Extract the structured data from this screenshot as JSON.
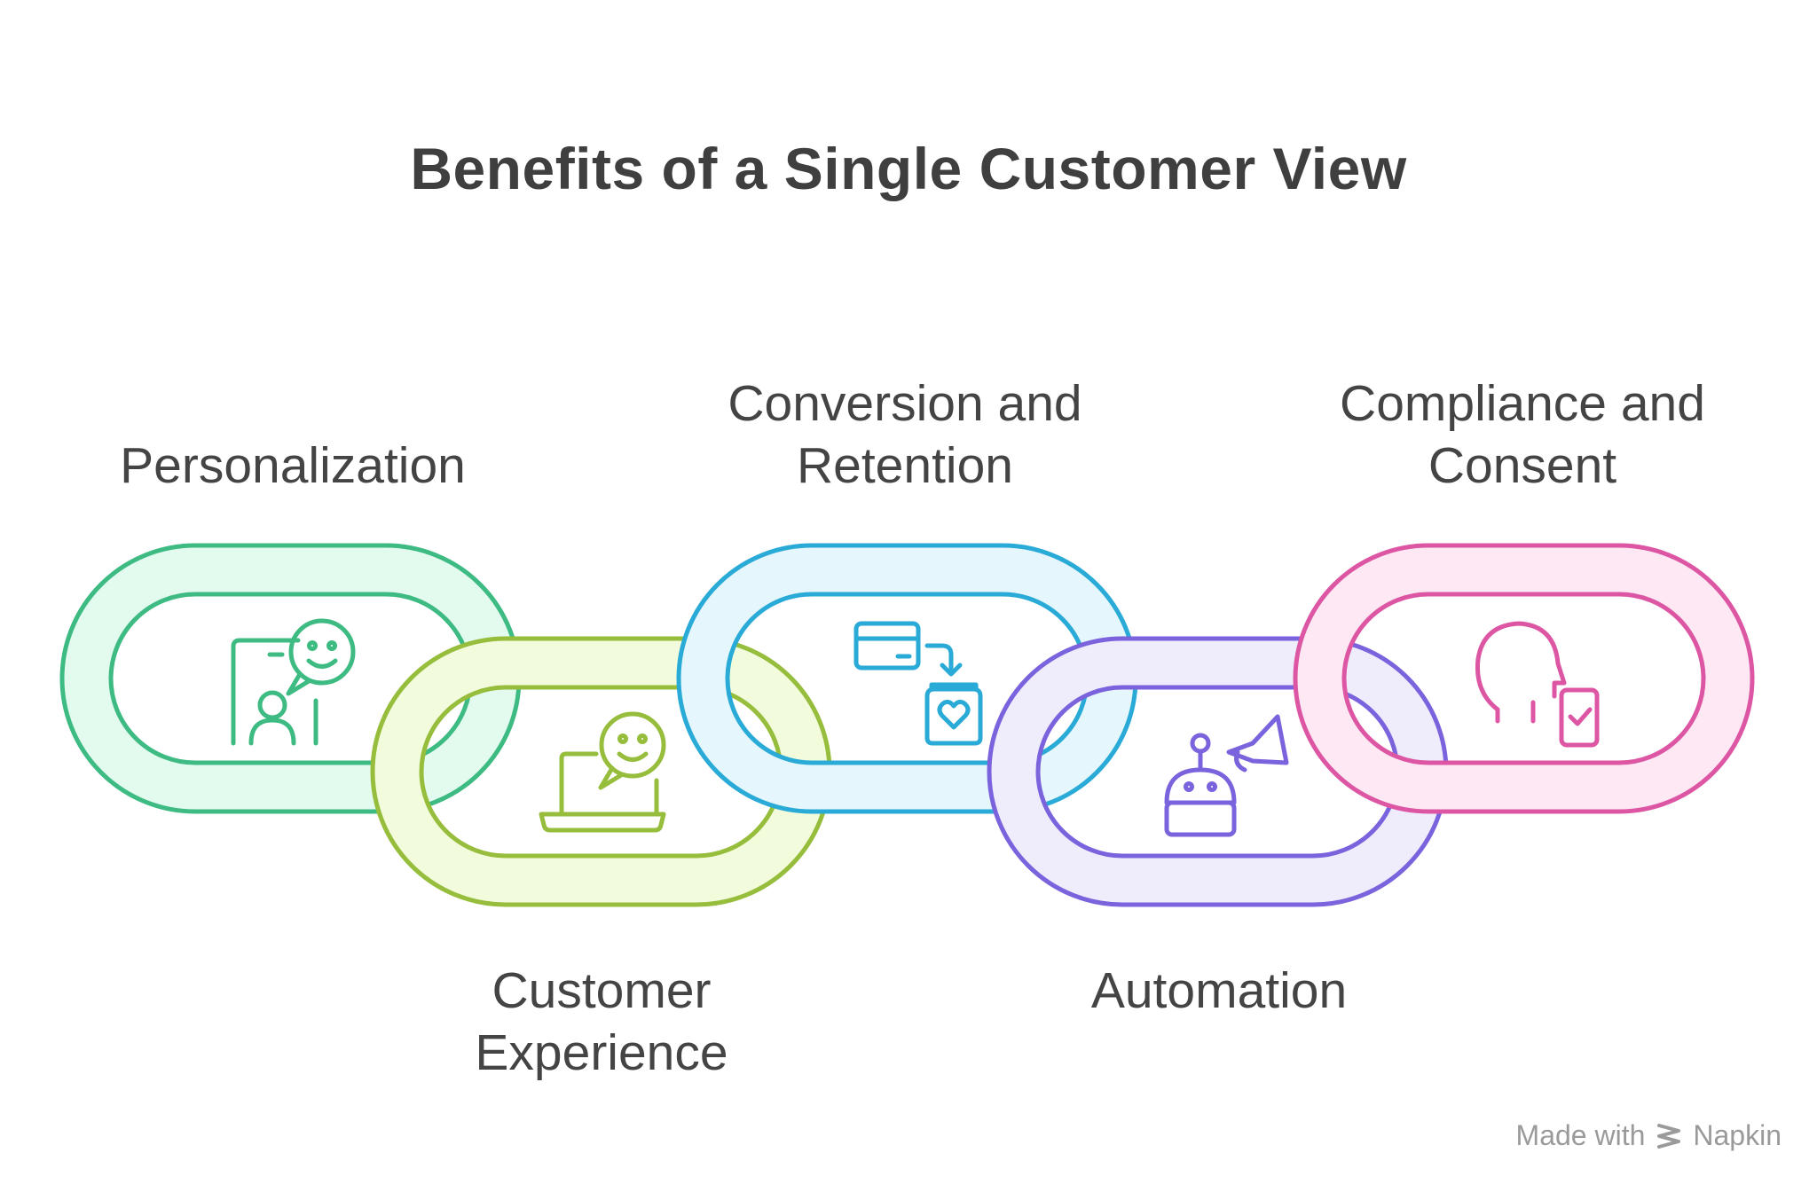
{
  "title": "Benefits of a Single Customer View",
  "links": [
    {
      "label": "Personalization",
      "stroke": "#3dbb82",
      "fill": "#e3faef",
      "icon": "phone-chat-icon",
      "position": "top"
    },
    {
      "label": "Customer\nExperience",
      "stroke": "#96bd3c",
      "fill": "#f2fbdc",
      "icon": "laptop-chat-icon",
      "position": "bottom"
    },
    {
      "label": "Conversion and\nRetention",
      "stroke": "#2aaad6",
      "fill": "#e5f6fc",
      "icon": "card-bag-icon",
      "position": "top"
    },
    {
      "label": "Automation",
      "stroke": "#7a63dc",
      "fill": "#efedfc",
      "icon": "robot-megaphone-icon",
      "position": "bottom"
    },
    {
      "label": "Compliance and\nConsent",
      "stroke": "#dc56a4",
      "fill": "#fde8f3",
      "icon": "head-phone-check-icon",
      "position": "top"
    }
  ],
  "watermark": {
    "prefix": "Made with",
    "brand": "Napkin",
    "icon": "napkin-logo-icon"
  }
}
